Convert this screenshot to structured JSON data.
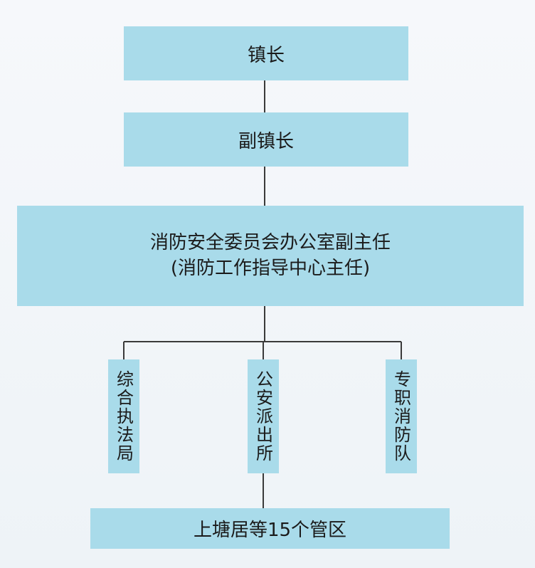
{
  "org_chart": {
    "level1": {
      "label": "镇长"
    },
    "level2": {
      "label": "副镇长"
    },
    "level3": {
      "line1": "消防安全委员会办公室副主任",
      "line2": "(消防工作指导中心主任)"
    },
    "branches": [
      {
        "label": "综合执法局"
      },
      {
        "label": "公安派出所"
      },
      {
        "label": "专职消防队"
      }
    ],
    "bottom": {
      "label": "上塘居等15个管区"
    }
  },
  "colors": {
    "box_fill": "#a9dbea",
    "connector": "#3a3a3a",
    "background": "#f3f6f9"
  }
}
